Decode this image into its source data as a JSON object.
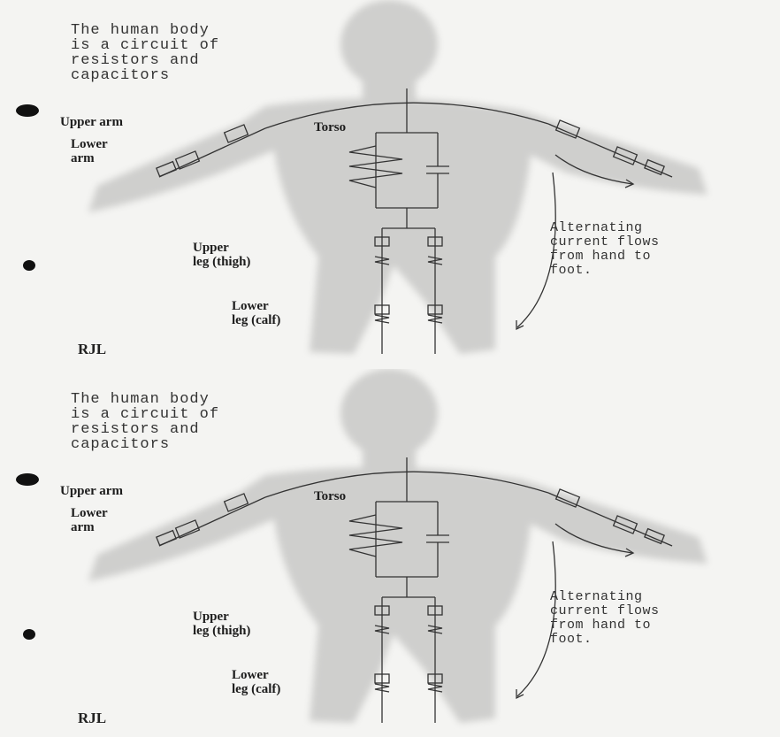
{
  "panels": [
    {
      "title": "The human body\nis a circuit of\nresistors and\ncapacitors",
      "labels": {
        "upper_arm": "Upper arm",
        "lower_arm": "Lower\narm",
        "torso": "Torso",
        "upper_leg": "Upper\nleg (thigh)",
        "lower_leg": "Lower\nleg (calf)"
      },
      "note": "Alternating\ncurrent flows\nfrom hand to\nfoot.",
      "signature": "RJL"
    },
    {
      "title": "The human body\nis a circuit of\nresistors and\ncapacitors",
      "labels": {
        "upper_arm": "Upper arm",
        "lower_arm": "Lower\narm",
        "torso": "Torso",
        "upper_leg": "Upper\nleg (thigh)",
        "lower_leg": "Lower\nleg (calf)"
      },
      "note": "Alternating\ncurrent flows\nfrom hand to\nfoot.",
      "signature": "RJL"
    }
  ],
  "colors": {
    "silhouette": "#cfcfcd",
    "ink": "#333333",
    "paper": "#f4f4f2"
  }
}
